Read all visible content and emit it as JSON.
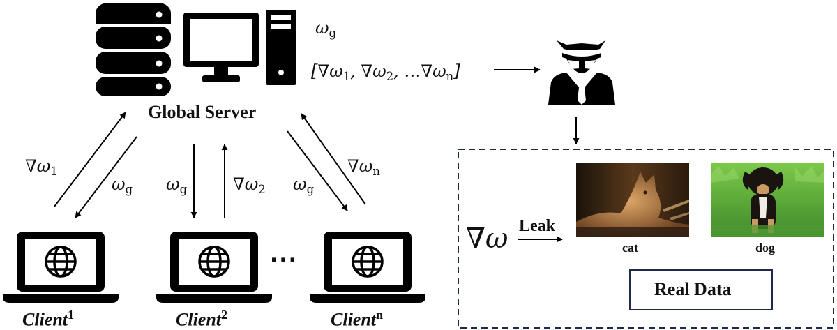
{
  "server": {
    "label": "Global Server",
    "weights_symbol": "ω",
    "weights_subscript": "g",
    "gradient_list_open": "[∇ω",
    "gradient_list_sub1": "1",
    "gradient_list_sep1": ", ∇ω",
    "gradient_list_sub2": "2",
    "gradient_list_sep2": ", …∇ω",
    "gradient_list_subn": "n",
    "gradient_list_close": "]"
  },
  "links": [
    {
      "up_symbol": "∇ω",
      "up_sub": "1",
      "down_symbol": "ω",
      "down_sub": "g"
    },
    {
      "up_symbol": "∇ω",
      "up_sub": "2",
      "down_symbol": "ω",
      "down_sub": "g"
    },
    {
      "up_symbol": "∇ω",
      "up_sub": "n",
      "down_symbol": "ω",
      "down_sub": "g"
    }
  ],
  "clients": [
    {
      "name": "Client",
      "superscript": "1"
    },
    {
      "name": "Client",
      "superscript": "2"
    },
    {
      "name": "Client",
      "superscript": "n"
    }
  ],
  "ellipsis": "⋯",
  "attack": {
    "gradient_symbol": "∇ω",
    "leak_label": "Leak",
    "samples": [
      {
        "label": "cat"
      },
      {
        "label": "dog"
      }
    ],
    "real_data_label": "Real Data"
  },
  "icons": [
    "database-icon",
    "monitor-icon",
    "tower-icon",
    "hacker-icon",
    "laptop-globe-icon",
    "cat-photo",
    "dog-photo"
  ]
}
